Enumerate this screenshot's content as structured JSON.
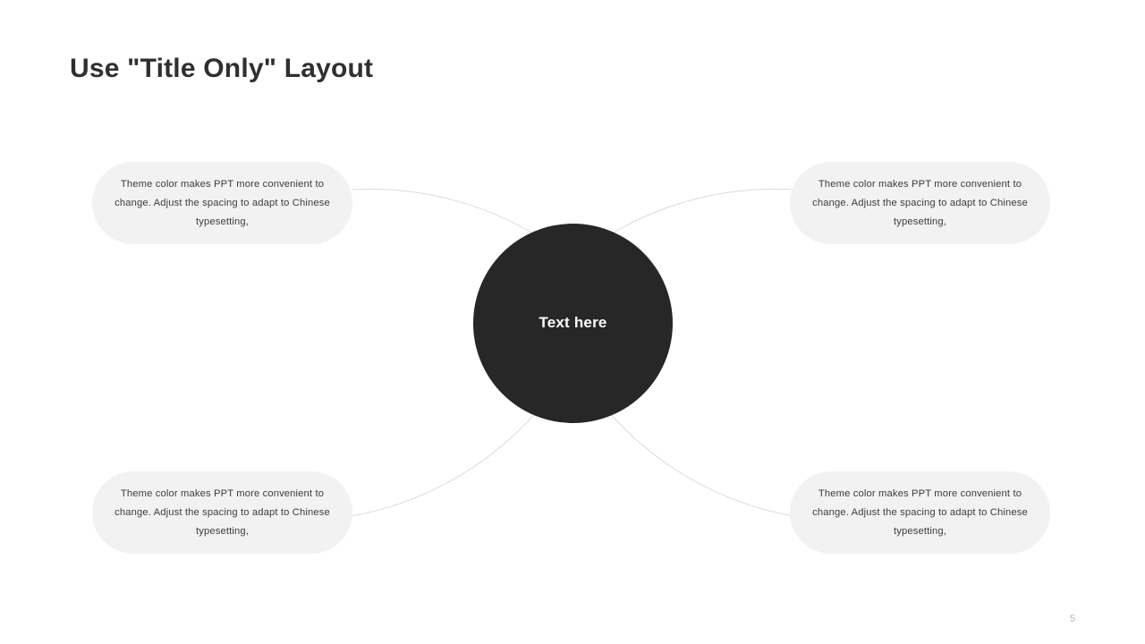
{
  "slide": {
    "title": "Use \"Title Only\" Layout",
    "page_number": "5",
    "background_color": "#ffffff"
  },
  "hub": {
    "label": "Text here",
    "fill_color": "#272727",
    "text_color": "#ffffff"
  },
  "connector": {
    "color": "#d9d9d9",
    "style": "thin-arc"
  },
  "nodes": [
    {
      "position": "top-left",
      "text": "Theme color makes PPT more convenient to change. Adjust the spacing to adapt to Chinese typesetting,",
      "fill_color": "#f2f2f2",
      "text_color": "#3c3c3c"
    },
    {
      "position": "top-right",
      "text": "Theme color makes PPT more convenient to change. Adjust the spacing to adapt to Chinese typesetting,",
      "fill_color": "#f2f2f2",
      "text_color": "#3c3c3c"
    },
    {
      "position": "bottom-left",
      "text": "Theme color makes PPT more convenient to change. Adjust the spacing to adapt to Chinese typesetting,",
      "fill_color": "#f2f2f2",
      "text_color": "#3c3c3c"
    },
    {
      "position": "bottom-right",
      "text": "Theme color makes PPT more convenient to change. Adjust the spacing to adapt to Chinese typesetting,",
      "fill_color": "#f2f2f2",
      "text_color": "#3c3c3c"
    }
  ]
}
